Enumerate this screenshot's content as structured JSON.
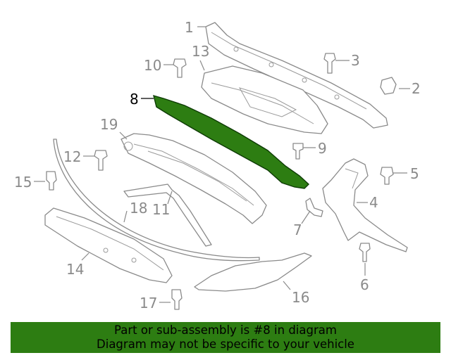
{
  "callouts": [
    {
      "id": "1",
      "label": "1"
    },
    {
      "id": "2",
      "label": "2"
    },
    {
      "id": "3",
      "label": "3"
    },
    {
      "id": "4",
      "label": "4"
    },
    {
      "id": "5",
      "label": "5"
    },
    {
      "id": "6",
      "label": "6"
    },
    {
      "id": "7",
      "label": "7"
    },
    {
      "id": "8",
      "label": "8"
    },
    {
      "id": "9",
      "label": "9"
    },
    {
      "id": "10",
      "label": "10"
    },
    {
      "id": "11",
      "label": "11"
    },
    {
      "id": "12",
      "label": "12"
    },
    {
      "id": "13",
      "label": "13"
    },
    {
      "id": "14",
      "label": "14"
    },
    {
      "id": "15",
      "label": "15"
    },
    {
      "id": "16",
      "label": "16"
    },
    {
      "id": "17",
      "label": "17"
    },
    {
      "id": "18",
      "label": "18"
    },
    {
      "id": "19",
      "label": "19"
    }
  ],
  "highlight": {
    "part": "8",
    "color": "#2d7d12"
  },
  "colors": {
    "line": "#8a8a8a",
    "banner_bg": "#2d7d12",
    "banner_text": "#000000"
  },
  "banner": {
    "line1": "Part or sub-assembly is #8 in diagram",
    "line2": "Diagram may not be specific to your vehicle"
  }
}
